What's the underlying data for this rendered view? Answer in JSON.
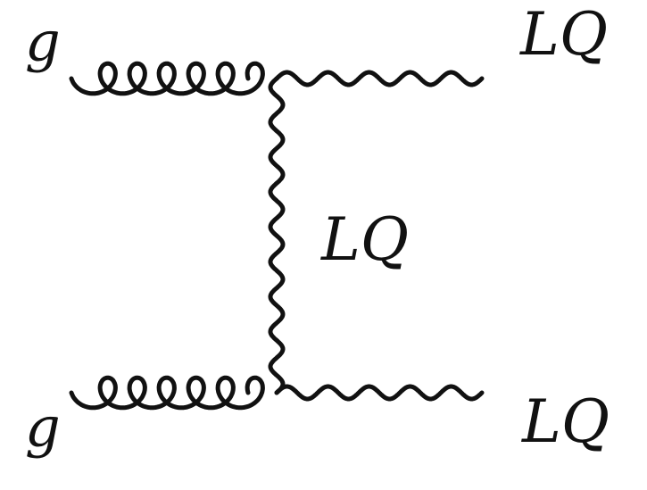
{
  "diagram": {
    "labels": {
      "g_top": "g",
      "g_bottom": "g",
      "lq_top_right": "LQ",
      "lq_middle": "LQ",
      "lq_bottom_right": "LQ"
    },
    "lines": {
      "gluon_top": "gluon",
      "gluon_bottom": "gluon",
      "lq_outgoing_top": "wavy",
      "lq_outgoing_bottom": "wavy",
      "lq_propagator": "wavy"
    },
    "colors": {
      "ink": "#111111",
      "background": "#ffffff"
    }
  }
}
